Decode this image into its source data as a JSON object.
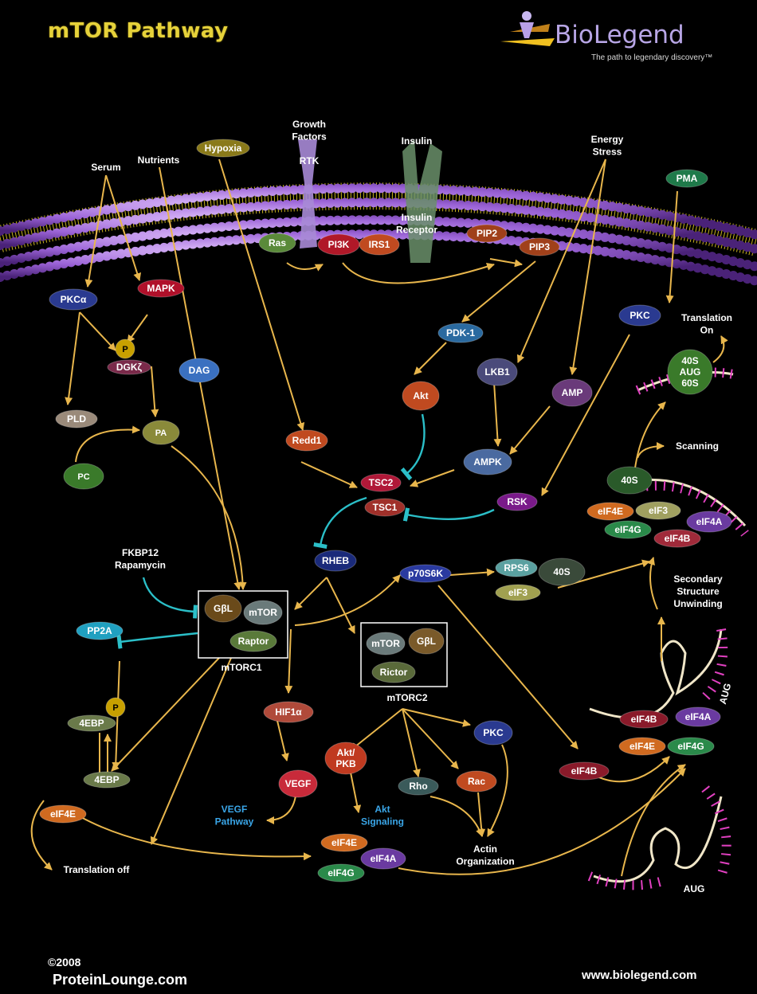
{
  "header": {
    "title": "mTOR Pathway",
    "brand": "BioLegend",
    "tagline": "The path to legendary discovery™"
  },
  "footer": {
    "copyright": "2008",
    "site_left": "ProteinLounge.com",
    "site_right": "www.biolegend.com"
  },
  "colors": {
    "arrow": "#e8b64c",
    "inhibit": "#2bbfc8",
    "membrane": "#a070d8",
    "title": "#e6d23a",
    "link_text": "#3aa6e8"
  },
  "labels": {
    "serum": "Serum",
    "nutrients": "Nutrients",
    "growth": "Growth\nFactors",
    "rtk": "RTK",
    "insulin": "Insulin",
    "insulin_receptor": "Insulin\nReceptor",
    "energy": "Energy\nStress",
    "translation_on": "Translation\nOn",
    "scanning": "Scanning",
    "fkbp": "FKBP12\nRapamycin",
    "mtorc1": "mTORC1",
    "mtorc2": "mTORC2",
    "secondary": "Secondary\nStructure\nUnwinding",
    "vegf_pathway": "VEGF\nPathway",
    "akt_signaling": "Akt\nSignaling",
    "actin": "Actin\nOrganization",
    "translation_off": "Translation off",
    "aug1": "AUG",
    "aug2": "AUG"
  },
  "nodes": {
    "hypoxia": "Hypoxia",
    "pma": "PMA",
    "ras": "Ras",
    "pi3k": "PI3K",
    "irs1": "IRS1",
    "pip2": "PIP2",
    "pip3": "PIP3",
    "pkca": "PKCα",
    "mapk": "MAPK",
    "p1": "P",
    "dgkz": "DGKζ",
    "dag": "DAG",
    "pld": "PLD",
    "pa": "PA",
    "pc": "PC",
    "pdk1": "PDK-1",
    "akt": "Akt",
    "lkb1": "LKB1",
    "amp": "AMP",
    "ampk": "AMPK",
    "redd1": "Redd1",
    "tsc2": "TSC2",
    "tsc1": "TSC1",
    "rsk": "RSK",
    "pkc_r": "PKC",
    "ribo_top": "40S\nAUG\n60S",
    "s40_a": "40S",
    "eif4e_a": "eIF4E",
    "eif3_a": "eIF3",
    "eif4a_a": "eIF4A",
    "eif4g_a": "eIF4G",
    "eif4b_a": "eIF4B",
    "rheb": "RHEB",
    "p70s6k": "p70S6K",
    "rps6": "RPS6",
    "s40_b": "40S",
    "eif3_b": "eIF3",
    "pp2a": "PP2A",
    "gbl1": "GβL",
    "mtor1": "mTOR",
    "raptor": "Raptor",
    "mtor2": "mTOR",
    "gbl2": "GβL",
    "rictor": "Rictor",
    "p2": "P",
    "ebp1": "4EBP",
    "ebp2": "4EBP",
    "eif4e_b": "eIF4E",
    "hif1a": "HIF1α",
    "vegf": "VEGF",
    "aktpkb": "Akt/\nPKB",
    "rho": "Rho",
    "rac": "Rac",
    "pkc_m": "PKC",
    "eif4b_m": "eIF4B",
    "eif4b_c": "eIF4B",
    "eif4a_c": "eIF4A",
    "eif4e_c": "eIF4E",
    "eif4g_c": "eIF4G",
    "eif4e_d": "eIF4E",
    "eif4a_d": "eIF4A",
    "eif4g_d": "eIF4G"
  }
}
